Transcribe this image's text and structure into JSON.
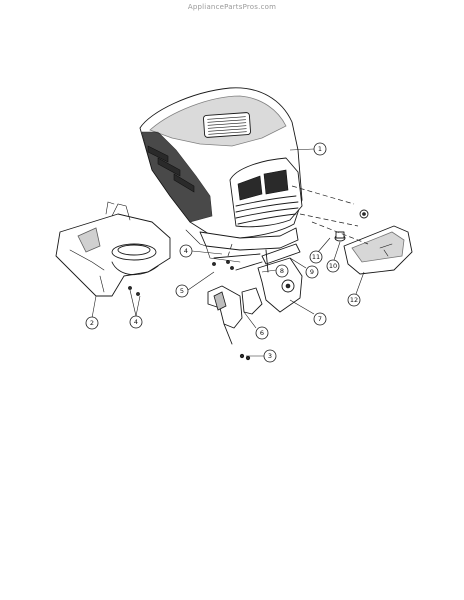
{
  "header": {
    "site_label": "AppliancePartsPros.com"
  },
  "callouts": [
    {
      "id": "c1",
      "label": "1"
    },
    {
      "id": "c2",
      "label": "2"
    },
    {
      "id": "c3",
      "label": "3"
    },
    {
      "id": "c4a",
      "label": "4"
    },
    {
      "id": "c4b",
      "label": "4"
    },
    {
      "id": "c5",
      "label": "5"
    },
    {
      "id": "c6",
      "label": "6"
    },
    {
      "id": "c7",
      "label": "7"
    },
    {
      "id": "c8",
      "label": "8"
    },
    {
      "id": "c9",
      "label": "9"
    },
    {
      "id": "c10",
      "label": "10"
    },
    {
      "id": "c11",
      "label": "11"
    },
    {
      "id": "c12",
      "label": "12"
    }
  ]
}
